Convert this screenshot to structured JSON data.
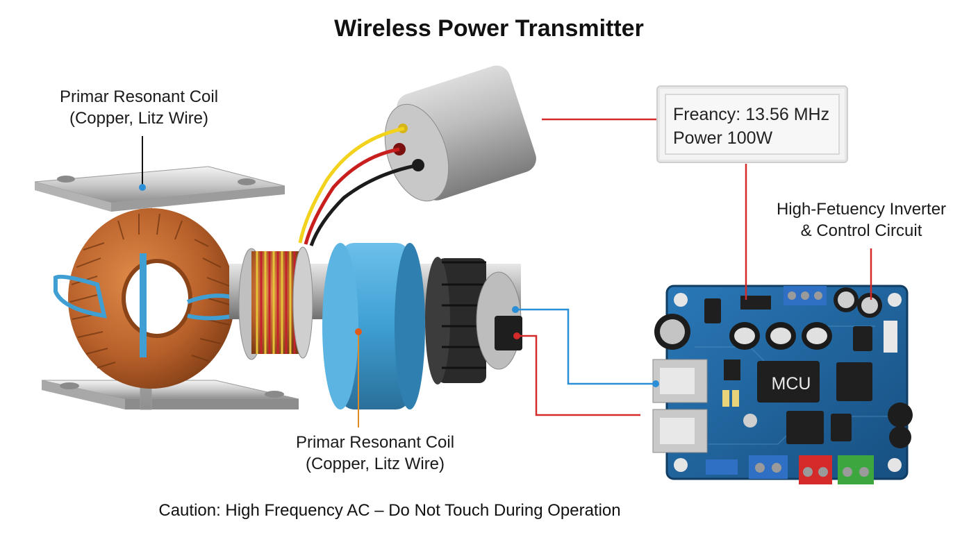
{
  "title": "Wireless Power Transmitter",
  "labels": {
    "coil_top_line1": "Primar Resonant Coil",
    "coil_top_line2": "(Copper, Litz Wire)",
    "coil_bottom_line1": "Primar Resonant Coil",
    "coil_bottom_line2": "(Copper, Litz Wire)",
    "inverter_line1": "High-Fetuency Inverter",
    "inverter_line2": "& Control Circuit"
  },
  "readout": {
    "line1": "Freancy: 13.56 MHz",
    "line2": "Power 100W"
  },
  "board": {
    "chip_label": "MCU"
  },
  "caution": "Caution: High Frequency AC – Do Not Touch During Operation",
  "colors": {
    "copper": "#b8602a",
    "pcb": "#1f5f95",
    "blue_wire": "#2a8fd6",
    "red_wire": "#d42a2a",
    "yellow_wire": "#f2d21c",
    "sleeve": "#3f9fd3"
  },
  "icons": {
    "callout_dot": "dot-marker"
  }
}
